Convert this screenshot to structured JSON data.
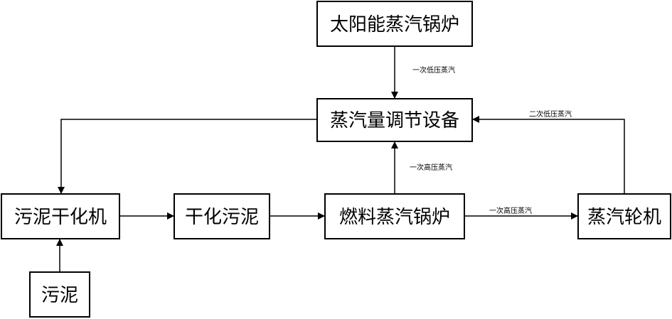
{
  "nodes": {
    "solar_boiler": "太阳能蒸汽锅炉",
    "steam_regulator": "蒸汽量调节设备",
    "sludge_dryer": "污泥干化机",
    "dried_sludge": "干化污泥",
    "fuel_boiler": "燃料蒸汽锅炉",
    "steam_turbine": "蒸汽轮机",
    "sludge": "污泥"
  },
  "edge_labels": {
    "solar_to_regulator": "一次低压蒸汽",
    "turbine_to_regulator": "二次低压蒸汽",
    "fuel_boiler_to_regulator": "一次高压蒸汽",
    "fuel_boiler_to_turbine": "一次高压蒸汽"
  }
}
